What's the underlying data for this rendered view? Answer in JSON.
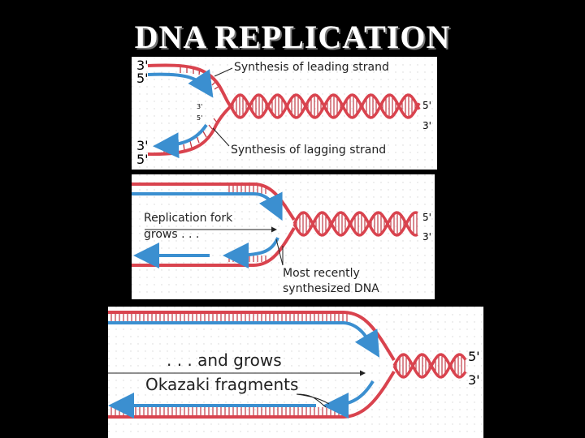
{
  "title": "DNA REPLICATION",
  "panels": [
    {
      "labels": {
        "leading": "Synthesis of leading strand",
        "lagging": "Synthesis of lagging strand"
      },
      "ends": {
        "top_3": "3'",
        "top_5": "5'",
        "inner_3": "3'",
        "inner_5": "5'",
        "bottom_3": "3'",
        "bottom_5": "5'",
        "right_5": "5'",
        "right_3": "3'"
      }
    },
    {
      "labels": {
        "fork_line1": "Replication fork",
        "fork_line2": "grows . . .",
        "recent_line1": "Most recently",
        "recent_line2": "synthesized DNA"
      },
      "ends": {
        "right_5": "5'",
        "right_3": "3'"
      }
    },
    {
      "labels": {
        "grows": ". . . and grows",
        "okazaki": "Okazaki fragments"
      },
      "ends": {
        "right_5": "5'",
        "right_3": "3'"
      }
    }
  ],
  "colors": {
    "parent_strand": "#d9434e",
    "new_strand": "#3b8fd0",
    "rung": "#c23a45",
    "text": "#222222",
    "background": "#000000"
  }
}
